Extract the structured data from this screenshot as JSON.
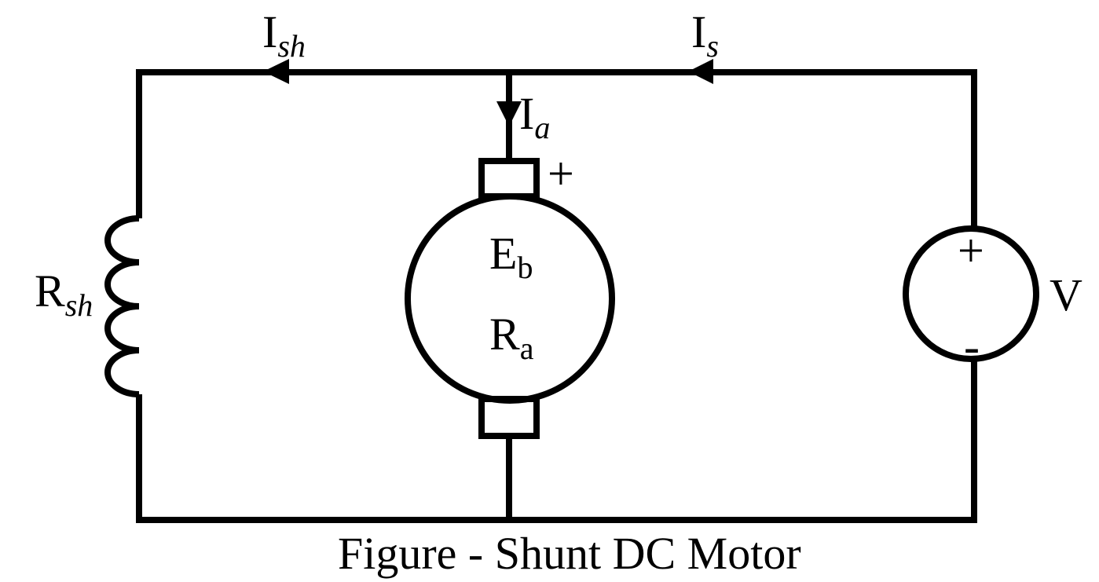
{
  "figure": {
    "caption": "Figure - Shunt DC Motor"
  },
  "labels": {
    "shunt_current": {
      "main": "I",
      "sub": "sh"
    },
    "supply_current": {
      "main": "I",
      "sub": "s"
    },
    "armature_current": {
      "main": "I",
      "sub": "a"
    },
    "shunt_resistance": {
      "main": "R",
      "sub": "sh"
    },
    "back_emf": {
      "main": "E",
      "sub": "b"
    },
    "armature_resistance": {
      "main": "R",
      "sub": "a"
    },
    "source_voltage": "V",
    "armature_positive_terminal": "+",
    "source_positive_terminal": "+",
    "source_negative_terminal": "-"
  },
  "colors": {
    "line": "#000000",
    "background": "#ffffff"
  }
}
